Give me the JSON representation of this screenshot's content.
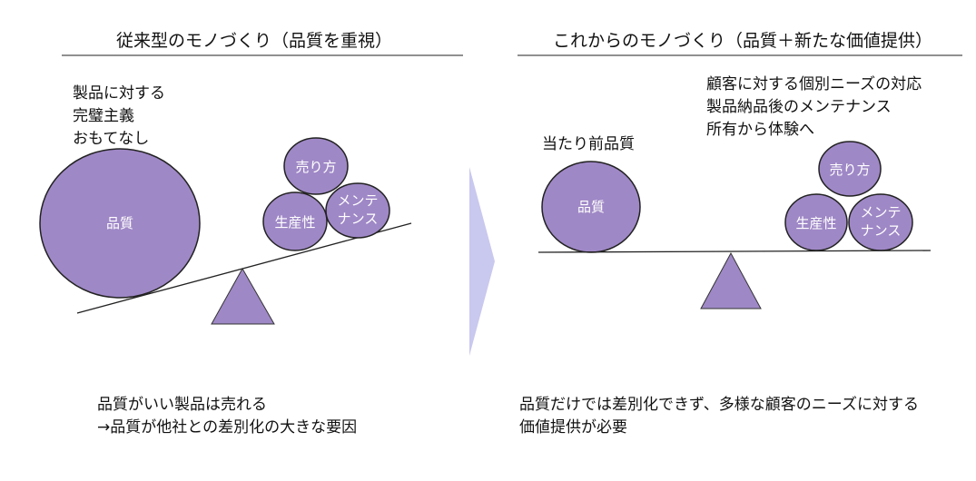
{
  "colors": {
    "accent": "#9F88C6",
    "arrow": "#C9C8EE"
  },
  "left": {
    "title": "従来型のモノづくり（品質を重視）",
    "notes": [
      "製品に対する",
      "完璧主義",
      "おもてなし"
    ],
    "big_ball": "品質",
    "balls": [
      "売り方",
      "生産性",
      "メンテ",
      "ナンス"
    ],
    "summary": [
      "品質がいい製品は売れる",
      "→品質が他社との差別化の大きな要因"
    ]
  },
  "right": {
    "title": "これからのモノづくり（品質＋新たな価値提供）",
    "baseline_label": "当たり前品質",
    "notes": [
      "顧客に対する個別ニーズの対応",
      "製品納品後のメンテナンス",
      "所有から体験へ"
    ],
    "big_ball": "品質",
    "balls": [
      "売り方",
      "生産性",
      "メンテ",
      "ナンス"
    ],
    "summary": [
      "品質だけでは差別化できず、多様な顧客のニーズに対する",
      "価値提供が必要"
    ]
  }
}
